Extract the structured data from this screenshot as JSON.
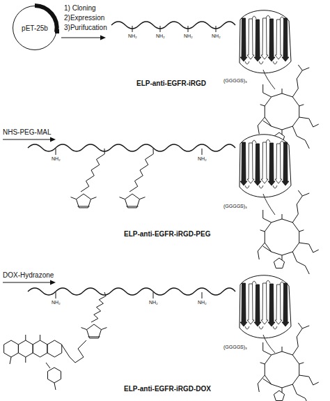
{
  "diagram": {
    "nodes": [
      {
        "text": [
          "pET-25b"
        ]
      }
    ],
    "labels": [
      "1) Cloning",
      "2)Expression",
      "3)Purifucation",
      "ELP-anti-EGFR-iRGD",
      "NHS-PEG-MAL",
      "ELP-anti-EGFR-iRGD-PEG",
      "DOX-Hydrazone",
      "ELP-anti-EGFR-iRGD-DOX",
      "(GGGGS)₃",
      "(GGGGS)₃",
      "(GGGGS)₃",
      "NH₂",
      "NH₂",
      "NH₂",
      "NH₂",
      "NH₂",
      "NH₂",
      "NH₂",
      "NH₂",
      "NH₂"
    ]
  }
}
